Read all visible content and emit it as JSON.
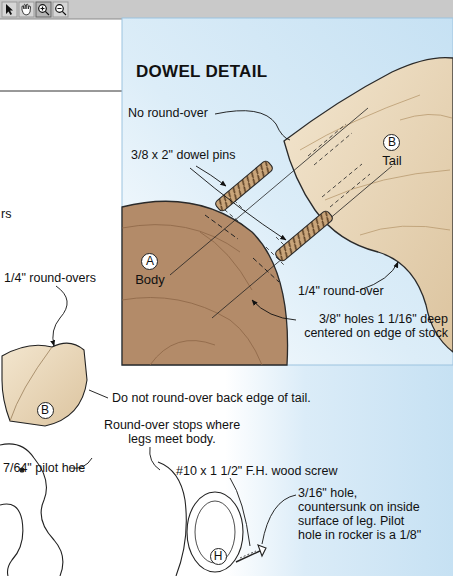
{
  "diagram": {
    "title": "DOWEL DETAIL",
    "nodes": [
      {
        "text": [
          "A",
          "Body"
        ]
      },
      {
        "text": [
          "B",
          "Tail"
        ]
      },
      {
        "text": [
          "B"
        ]
      },
      {
        "text": [
          "H"
        ]
      }
    ],
    "labels": [
      "No round-over",
      "3/8 x 2\" dowel pins",
      "rs",
      "1/4\" round-over",
      "1/4\" round-overs",
      "3/8\" holes 1 1/16\" deep centered on edge of stock",
      "Do not round-over back edge of tail.",
      "Round-over stops where legs meet body.",
      "7/64\" pilot hole",
      "#10 x 1 1/2\" F.H. wood screw",
      "3/16\" hole, countersunk on inside surface of leg. Pilot hole in rocker is a 1/8\""
    ]
  }
}
